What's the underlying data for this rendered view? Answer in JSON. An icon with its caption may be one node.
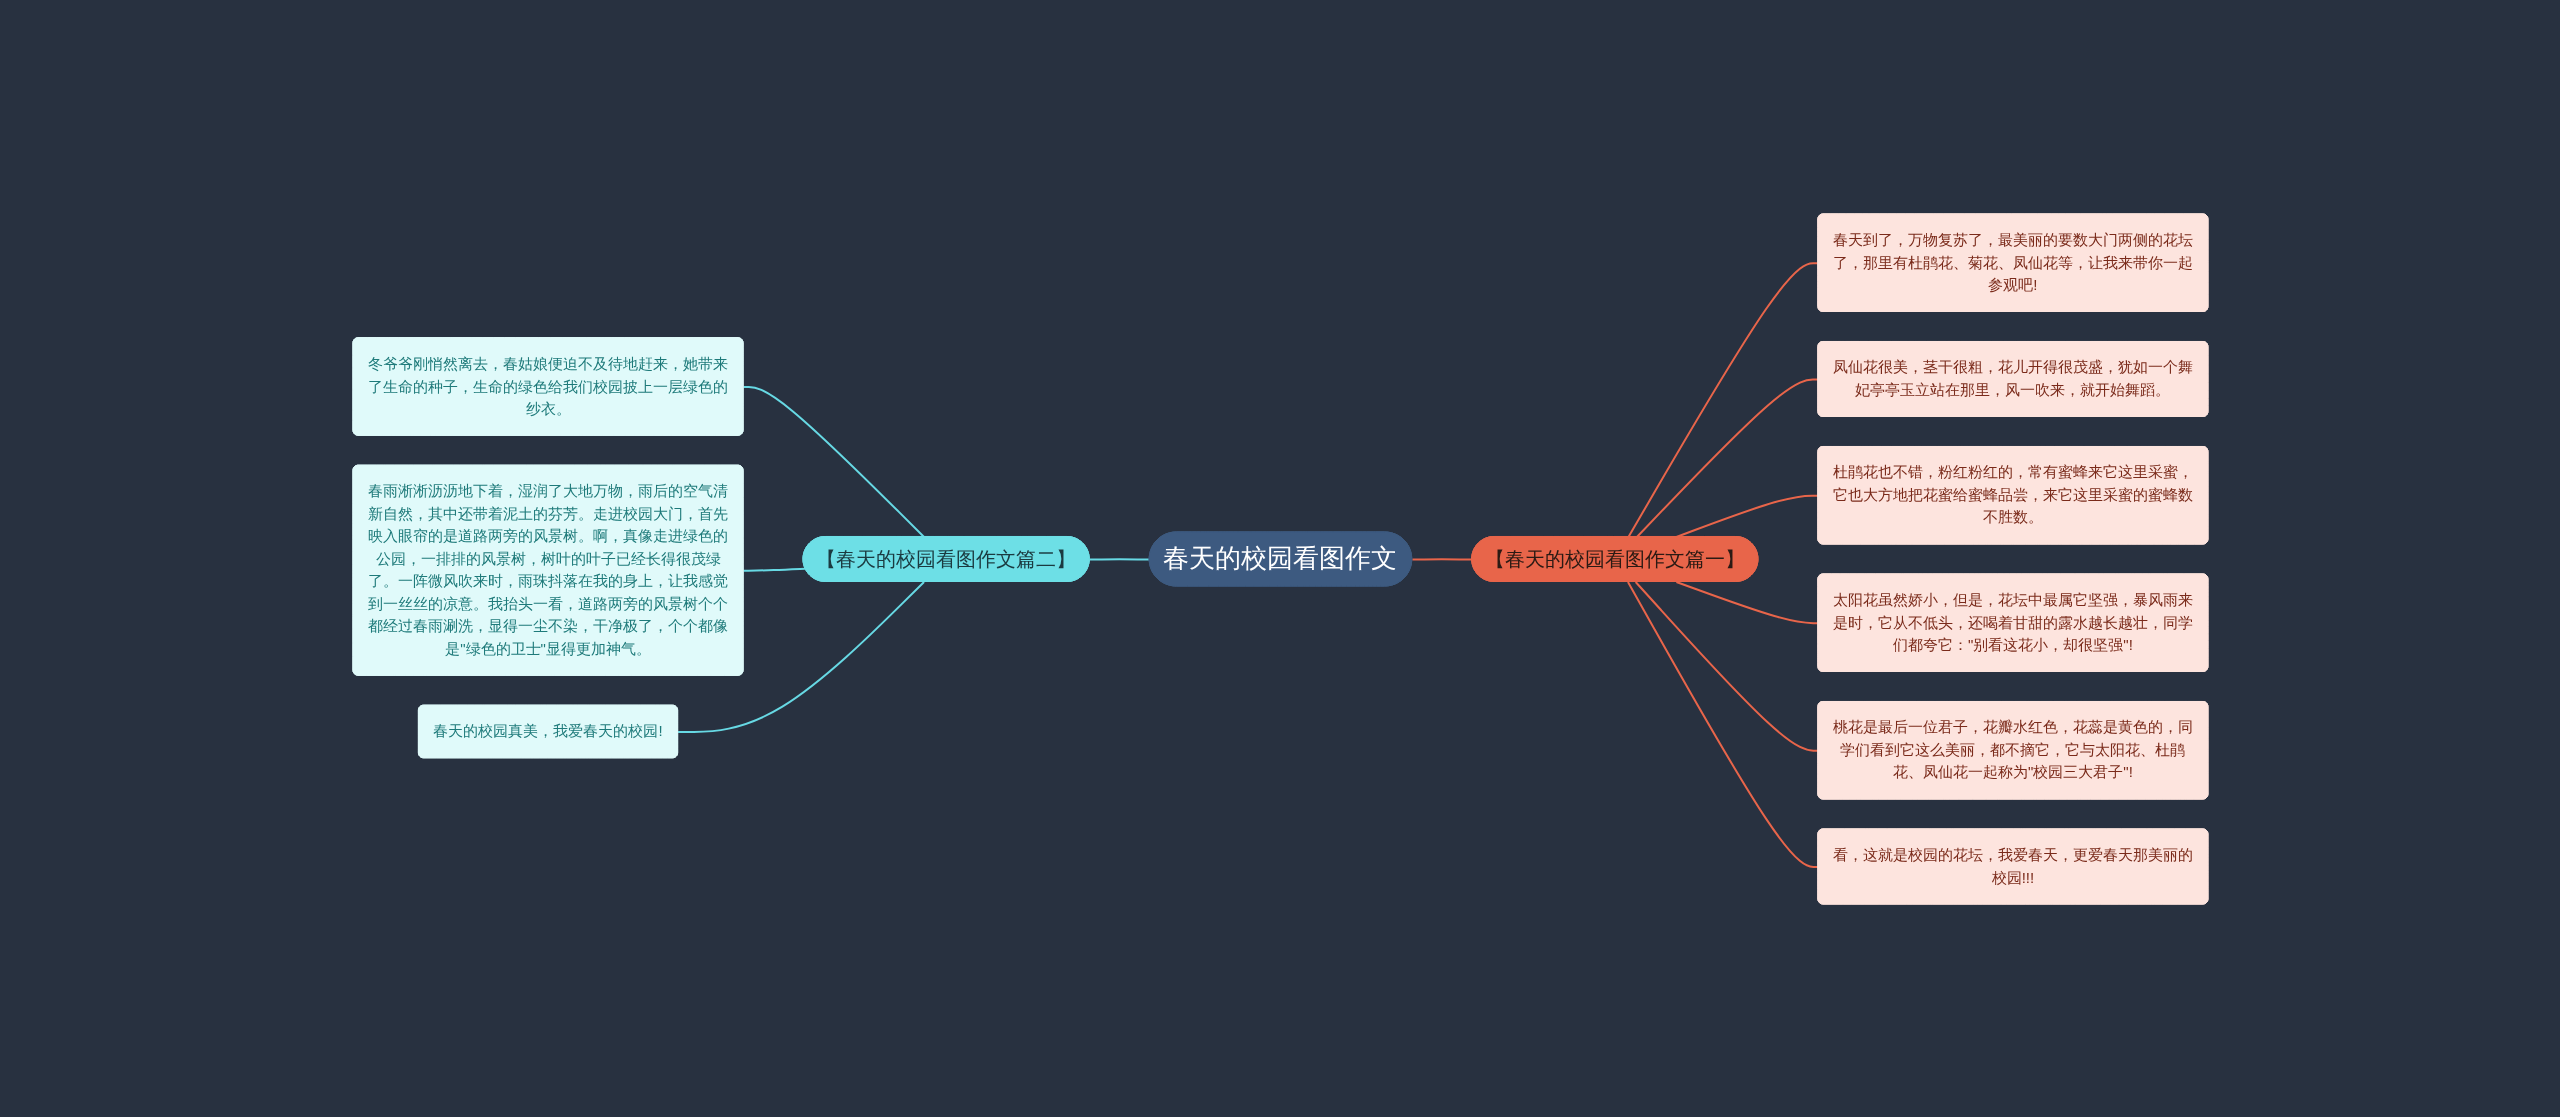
{
  "diagram": {
    "nodes": [
      {
        "text": [
          "春天的校园看图作文"
        ]
      },
      {
        "text": [
          "【春天的校园看图作文篇一】"
        ]
      },
      {
        "text": [
          "春天到了，万物复苏了，最美丽的要数大门两侧的花坛了，那里有杜鹃花、菊花、凤仙花等，让我来带你一起参观吧!"
        ]
      },
      {
        "text": [
          "凤仙花很美，茎干很粗，花儿开得很茂盛，犹如一个舞妃亭亭玉立站在那里，风一吹来，就开始舞蹈。"
        ]
      },
      {
        "text": [
          "杜鹃花也不错，粉红粉红的，常有蜜蜂来它这里采蜜，它也大方地把花蜜给蜜蜂品尝，来它这里采蜜的蜜蜂数不胜数。"
        ]
      },
      {
        "text": [
          "太阳花虽然娇小，但是，花坛中最属它坚强，暴风雨来是时，它从不低头，还喝着甘甜的露水越长越壮，同学们都夸它：\"别看这花小，却很坚强\"!"
        ]
      },
      {
        "text": [
          "桃花是最后一位君子，花瓣水红色，花蕊是黄色的，同学们看到它这么美丽，都不摘它，它与太阳花、杜鹃花、凤仙花一起称为\"校园三大君子\"!"
        ]
      },
      {
        "text": [
          "看，这就是校园的花坛，我爱春天，更爱春天那美丽的校园!!!"
        ]
      },
      {
        "text": [
          "【春天的校园看图作文篇二】"
        ]
      },
      {
        "text": [
          "冬爷爷刚悄然离去，春姑娘便迫不及待地赶来，她带来了生命的种子，生命的绿色给我们校园披上一层绿色的纱衣。"
        ]
      },
      {
        "text": [
          "春雨淅淅沥沥地下着，湿润了大地万物，雨后的空气清新自然，其中还带着泥土的芬芳。走进校园大门，首先映入眼帘的是道路两旁的风景树。啊，真像走进绿色的公园，一排排的风景树，树叶的叶子已经长得很茂绿了。一阵微风吹来时，雨珠抖落在我的身上，让我感觉到一丝丝的凉意。我抬头一看，道路两旁的风景树个个都经过春雨涮洗，显得一尘不染，干净极了，个个都像是\"绿色的卫士\"显得更加神气。"
        ]
      },
      {
        "text": [
          "春天的校园真美，我爱春天的校园!"
        ]
      }
    ],
    "edges": [
      {
        "from": 0,
        "to": 1,
        "arrow": "none"
      },
      {
        "from": 1,
        "to": 2,
        "arrow": "none"
      },
      {
        "from": 1,
        "to": 3,
        "arrow": "none"
      },
      {
        "from": 1,
        "to": 4,
        "arrow": "none"
      },
      {
        "from": 1,
        "to": 5,
        "arrow": "none"
      },
      {
        "from": 1,
        "to": 6,
        "arrow": "none"
      },
      {
        "from": 1,
        "to": 7,
        "arrow": "none"
      },
      {
        "from": 0,
        "to": 8,
        "arrow": "none",
        "color": "#67d9e4"
      },
      {
        "from": 8,
        "to": 9,
        "arrow": "none",
        "color": "#67d9e4"
      },
      {
        "from": 8,
        "to": 10,
        "arrow": "none",
        "color": "#67d9e4"
      },
      {
        "from": 8,
        "to": 11,
        "arrow": "none",
        "color": "#67d9e4"
      }
    ]
  }
}
